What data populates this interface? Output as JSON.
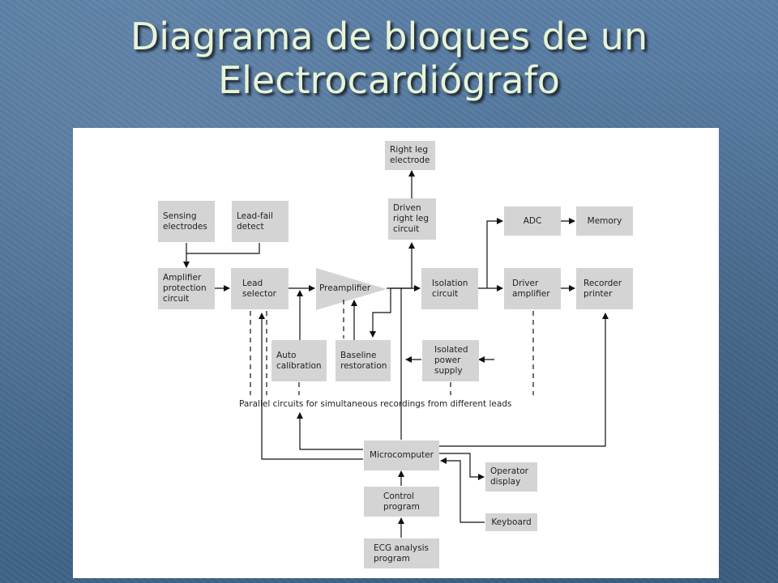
{
  "slide": {
    "title_line1": "Diagrama de bloques de un",
    "title_line2": "Electrocardiógrafo"
  },
  "diagram": {
    "blocks": {
      "right_leg_electrode": "Right leg\nelectrode",
      "driven_right_leg": "Driven\nright leg\ncircuit",
      "sensing_electrodes": "Sensing\nelectrodes",
      "lead_fail_detect": "Lead-fail\ndetect",
      "adc": "ADC",
      "memory": "Memory",
      "amplifier_protection": "Amplifier\nprotection\ncircuit",
      "lead_selector": "Lead\nselector",
      "preamplifier": "Preamplifier",
      "isolation_circuit": "Isolation\ncircuit",
      "driver_amplifier": "Driver\namplifier",
      "recorder_printer": "Recorder\nprinter",
      "auto_calibration": "Auto\ncalibration",
      "baseline_restoration": "Baseline\nrestoration",
      "isolated_power_supply": "Isolated\npower\nsupply",
      "microcomputer": "Microcomputer",
      "operator_display": "Operator\ndisplay",
      "control_program": "Control\nprogram",
      "keyboard": "Keyboard",
      "ecg_analysis_program": "ECG analysis\nprogram"
    },
    "parallel_note": "Parallel circuits for simultaneous recordings from different leads"
  }
}
